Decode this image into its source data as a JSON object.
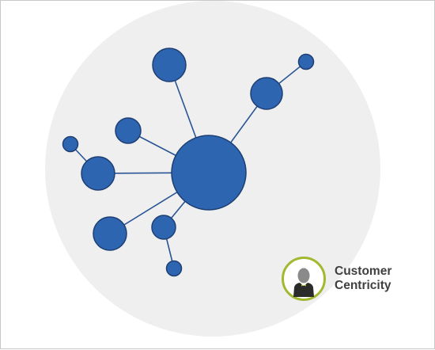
{
  "diagram": {
    "colors": {
      "background_circle": "#efefef",
      "node_fill": "#2e65b0",
      "node_stroke": "#1e3f73",
      "edge": "#2a5595",
      "badge_ring": "#a0b930",
      "badge_text": "#404040"
    },
    "nodes": [
      {
        "id": "hub",
        "size": "large"
      },
      {
        "id": "top-left",
        "size": "medium"
      },
      {
        "id": "top-right",
        "size": "medium"
      },
      {
        "id": "top-right-leaf",
        "size": "small"
      },
      {
        "id": "left-upper",
        "size": "small"
      },
      {
        "id": "left",
        "size": "medium"
      },
      {
        "id": "left-leaf",
        "size": "small"
      },
      {
        "id": "bottom-left",
        "size": "medium"
      },
      {
        "id": "bottom",
        "size": "small"
      },
      {
        "id": "bottom-leaf",
        "size": "small"
      }
    ],
    "edges": [
      [
        "hub",
        "top-left"
      ],
      [
        "hub",
        "top-right"
      ],
      [
        "top-right",
        "top-right-leaf"
      ],
      [
        "hub",
        "left-upper"
      ],
      [
        "hub",
        "left"
      ],
      [
        "left",
        "left-leaf"
      ],
      [
        "hub",
        "bottom-left"
      ],
      [
        "hub",
        "bottom"
      ],
      [
        "bottom",
        "bottom-leaf"
      ]
    ]
  },
  "badge": {
    "line1": "Customer",
    "line2": "Centricity",
    "icon": "businessman-icon"
  }
}
